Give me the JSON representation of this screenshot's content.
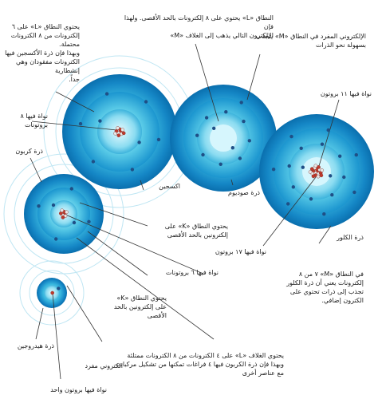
{
  "atoms": {
    "oxygen": {
      "name": "اكسجين",
      "description": "يحتوي النطاق «L» على ٦\nإلكترونات من ٨ الكترونات محتملة.\nوبهذا فإن ذرة الأكسجين فيها\nالكترونات مفقودان وهي إنشطارية\nجداً.",
      "nucleus": "نواة فيها ٨ بروتونات"
    },
    "sodium": {
      "name": "ذرة صوديوم",
      "shell_l": "النطاق «L» يحتوي على ٨ إلكترونات بالحد الأقصى. ولهذا فإن\nالإلكترون التالي يذهب إلى الغلاف «M»",
      "shell_m": "الإلكتروني المفرد في النطاق «M» ينجذب\nبسهولة نحو الذرات",
      "nucleus": "نواة فيها ١١ بروتون"
    },
    "chlorine": {
      "name": "ذرة الكلور",
      "nucleus": "نواة فيها ١٧ بروتون",
      "description": "في النطاق «M» ٧ من ٨\nإلكترونات يعني أن ذرة الكلور\nتجذب إلى ذرات تحتوي على\nالكترون إضافي."
    },
    "carbon": {
      "name": "ذرة كربون",
      "shell_k": "يحتوي النطاق «K» على\nإلكترونين بالحد الأقصى",
      "nucleus": "نواة فيها ٦ بروتونات",
      "shell_k2": "يحتوي النطاق «K»\nعلى إلكترونين بالحد\nالأقصى",
      "shell_l": "يحتوي الغلاف «L» على ٤ الكترونات من ٨ الكترونات ممتلئة\nوبهذا فإن ذرة الكربون فيها ٤ فراغات تمكنها من تشكيل مركبات\nمع عناصر أخرى"
    },
    "hydrogen": {
      "name": "ذرة هيدروجين",
      "electron": "الكتروني مفرد",
      "nucleus": "نواة فيها بروتون واحد"
    }
  },
  "colors": {
    "shell_outer": "#0c7fbf",
    "shell_mid": "#37b7de",
    "shell_inner": "#9be3f3",
    "nucleus_proton": "#c0392b",
    "nucleus_neutron": "#e8e8e8",
    "electron": "#1f4f86",
    "leader_line": "#333333"
  }
}
